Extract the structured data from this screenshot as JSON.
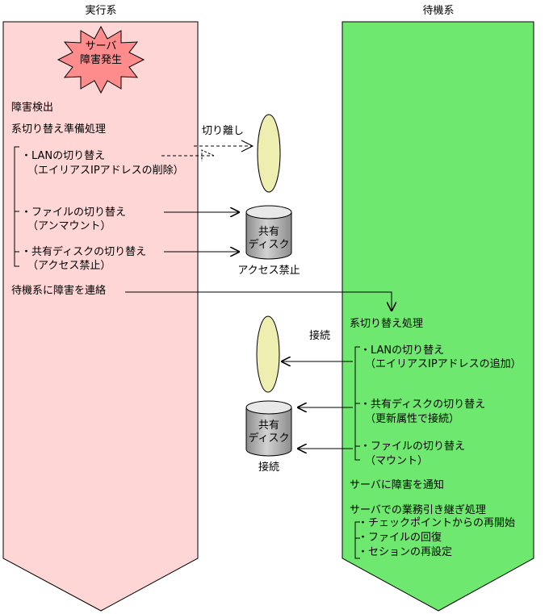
{
  "active": {
    "header": "実行系",
    "burst": [
      "サーバ",
      "障害発生"
    ],
    "detect": "障害検出",
    "prep": "系切り替え準備処理",
    "items": [
      {
        "title": "・LANの切り替え",
        "sub": "（エイリアスIPアドレスの削除）"
      },
      {
        "title": "・ファイルの切り替え",
        "sub": "（アンマウント）"
      },
      {
        "title": "・共有ディスクの切り替え",
        "sub": "（アクセス禁止）"
      }
    ],
    "notify": "待機系に障害を連絡"
  },
  "standby": {
    "header": "待機系",
    "proc": "系切り替え処理",
    "items": [
      {
        "title": "・LANの切り替え",
        "sub": "（エイリアスIPアドレスの追加）"
      },
      {
        "title": "・共有ディスクの切り替え",
        "sub": "（更新属性で接続）"
      },
      {
        "title": "・ファイルの切り替え",
        "sub": "（マウント）"
      }
    ],
    "notify_server": "サーバに障害を通知",
    "takeover": "サーバでの業務引き継ぎ処理",
    "takeover_items": [
      "・チェックポイントからの再開始",
      "・ファイルの回復",
      "・セションの再設定"
    ]
  },
  "middle": {
    "detach": "切り離し",
    "disk_top": [
      "共有",
      "ディスク"
    ],
    "disk_top_caption": "アクセス禁止",
    "connect_lan": "接続",
    "disk_bottom": [
      "共有",
      "ディスク"
    ],
    "disk_bottom_caption": "接続"
  },
  "colors": {
    "active_fill": "#ffd6d6",
    "standby_fill": "#6ee86e",
    "burst_fill": "#ff8c8c",
    "lan_fill": "#eeeeb0",
    "disk_fill": "#b4b4b4"
  }
}
